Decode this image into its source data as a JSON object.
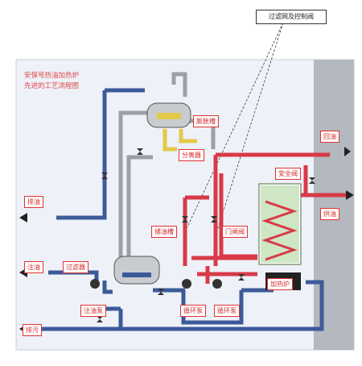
{
  "callout": "过滤网及控制阀",
  "title": [
    "安保号热油加热炉",
    "先进的工艺流程图"
  ],
  "labels": {
    "expansion_tank": "膨胀槽",
    "separator": "分离器",
    "return_oil": "回油",
    "safety_valve": "安全阀",
    "supply_oil": "供油",
    "oil_drain": "排油",
    "storage_tank": "储油槽",
    "gate_valve": "门闸阀",
    "oil_inject": "注油",
    "filter": "过滤器",
    "heater_furnace": "加热炉",
    "circ_pump_1": "循环泵",
    "circ_pump_2": "循环泵",
    "oil_pump": "注油泵",
    "exhaust": "排污"
  },
  "colors": {
    "hot_pipe": "#d83a48",
    "cold_pipe": "#3c5a9a",
    "gray_pipe": "#9aa0a8",
    "yellow_pipe": "#e2c94a",
    "panel_bg": "#eef1f8",
    "wall": "#b4b8bf",
    "label_border": "#e0332f"
  }
}
